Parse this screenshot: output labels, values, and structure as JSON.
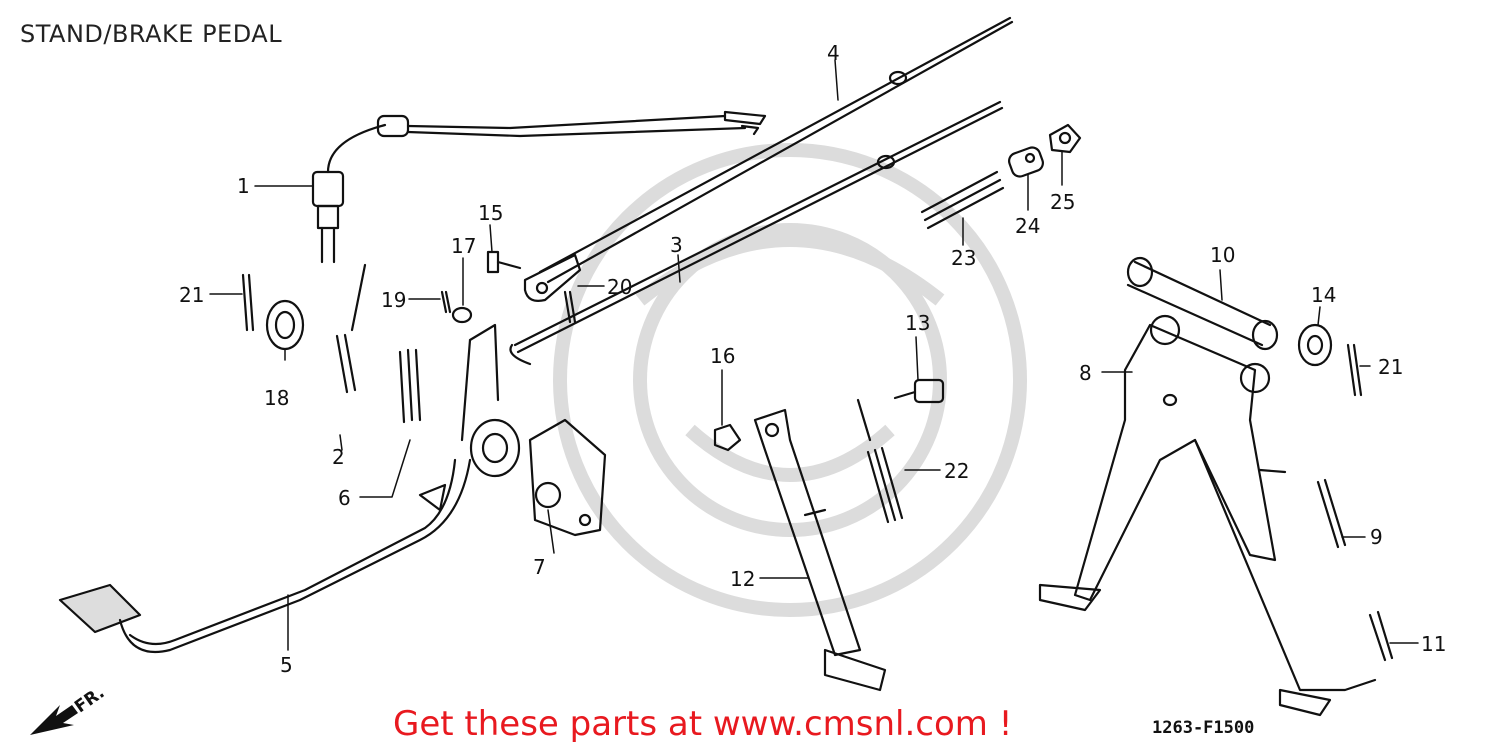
{
  "title": "STAND/BRAKE PEDAL",
  "promo": "Get these parts at www.cmsnl.com !",
  "diagram_code": "1263-F1500",
  "front_marker": "FR.",
  "callouts": [
    {
      "num": "1"
    },
    {
      "num": "2"
    },
    {
      "num": "3"
    },
    {
      "num": "4"
    },
    {
      "num": "5"
    },
    {
      "num": "6"
    },
    {
      "num": "7"
    },
    {
      "num": "8"
    },
    {
      "num": "9"
    },
    {
      "num": "10"
    },
    {
      "num": "11"
    },
    {
      "num": "12"
    },
    {
      "num": "13"
    },
    {
      "num": "14"
    },
    {
      "num": "15"
    },
    {
      "num": "16"
    },
    {
      "num": "17"
    },
    {
      "num": "18"
    },
    {
      "num": "19"
    },
    {
      "num": "20"
    },
    {
      "num": "21"
    },
    {
      "num": "21"
    },
    {
      "num": "22"
    },
    {
      "num": "23"
    },
    {
      "num": "24"
    },
    {
      "num": "25"
    }
  ],
  "colors": {
    "ink": "#111111",
    "promo": "#e8191f",
    "watermark": "#d9d9d9"
  }
}
